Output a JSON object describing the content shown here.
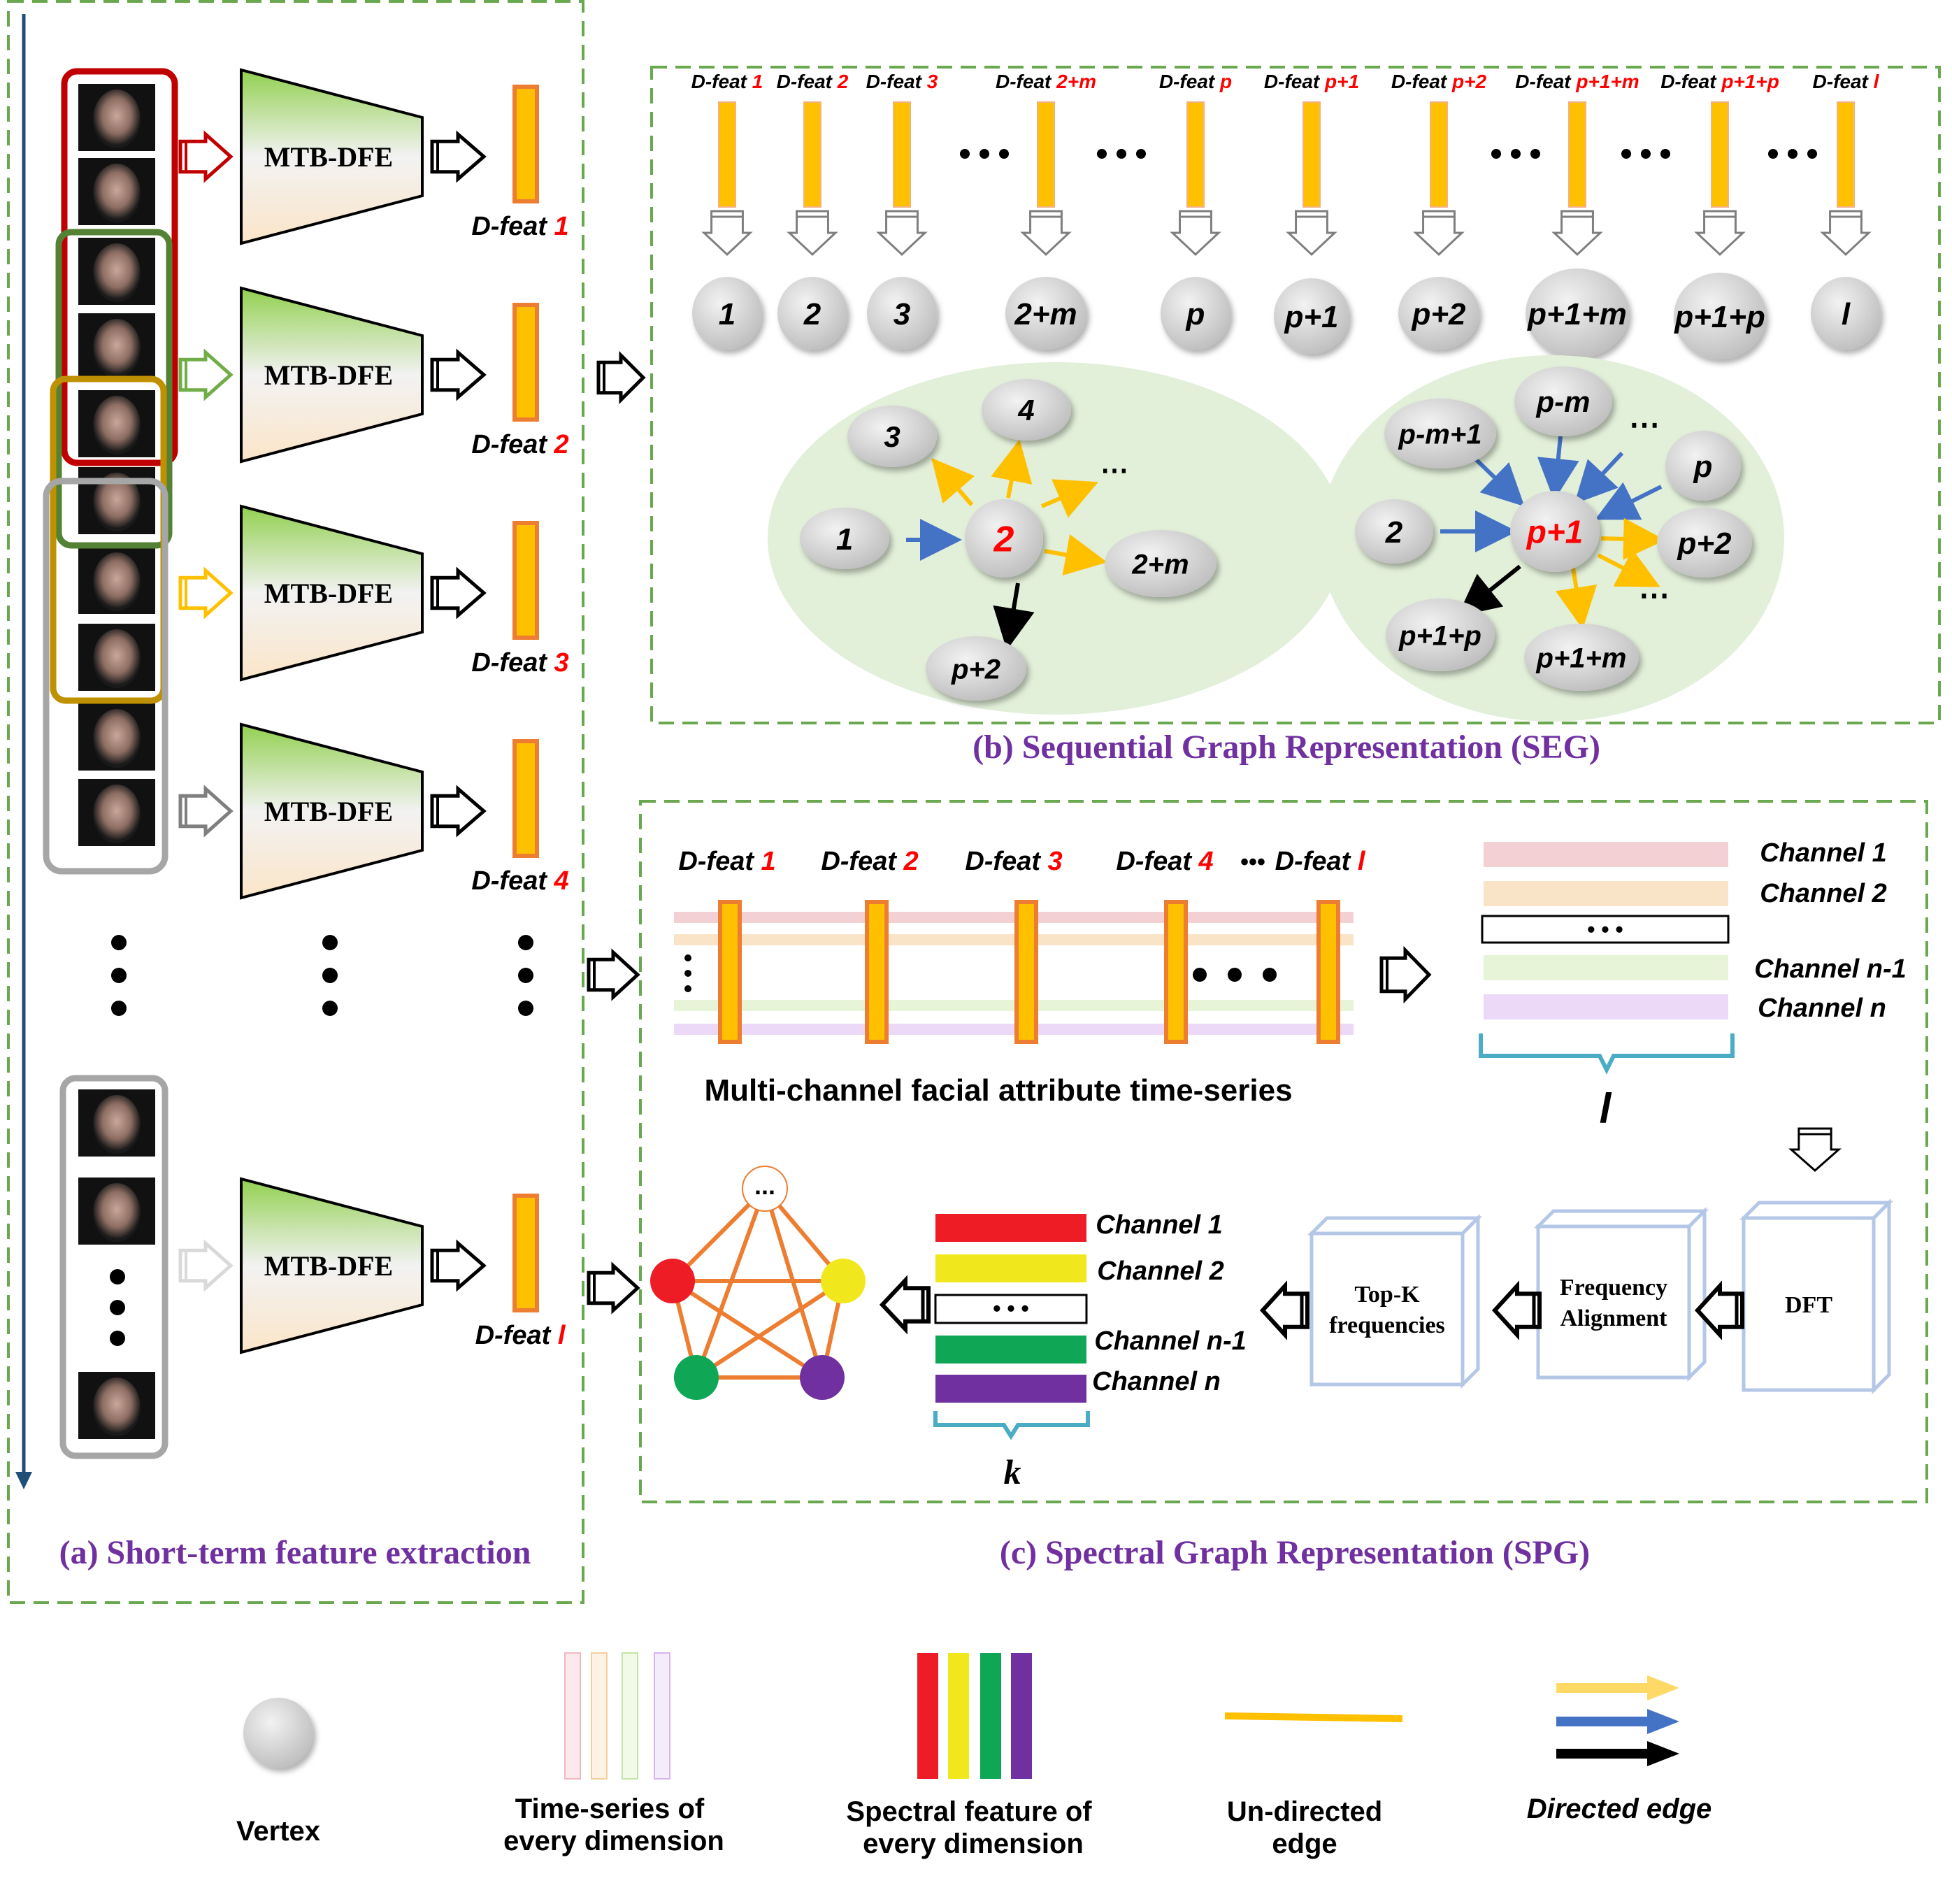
{
  "panel_a": {
    "caption": "(a) Short-term feature extraction",
    "module_label": "MTB-DFE",
    "feat_prefix": "D-feat",
    "feat_indices": [
      "1",
      "2",
      "3",
      "4",
      "l"
    ]
  },
  "panel_b": {
    "caption": "(b) Sequential Graph Representation (SEG)",
    "feat_prefix": "D-feat",
    "feat_indices": [
      "1",
      "2",
      "3",
      "2+m",
      "p",
      "p+1",
      "p+2",
      "p+1+m",
      "p+1+p",
      "l"
    ],
    "nodes": [
      "1",
      "2",
      "3",
      "2+m",
      "p",
      "p+1",
      "p+2",
      "p+1+m",
      "p+1+p",
      "l"
    ],
    "graph_left": {
      "center": "2",
      "others": [
        "1",
        "3",
        "4",
        "2+m",
        "p+2"
      ]
    },
    "graph_right": {
      "center": "p+1",
      "others": [
        "p-m+1",
        "p-m",
        "p",
        "2",
        "p+2",
        "p+1+p",
        "p+1+m"
      ]
    },
    "ellipsis": "..."
  },
  "panel_c": {
    "caption": "(c) Spectral Graph Representation (SPG)",
    "feat_prefix": "D-feat",
    "feat_indices": [
      "1",
      "2",
      "3",
      "4",
      "l"
    ],
    "series_title": "Multi-channel facial attribute time-series",
    "channels_top": [
      "Channel 1",
      "Channel 2",
      "Channel n-1",
      "Channel n"
    ],
    "length_label": "l",
    "dft_label": "DFT",
    "freq_align_label": [
      "Frequency",
      "Alignment"
    ],
    "topk_label": [
      "Top-K",
      "frequencies"
    ],
    "channels_bottom": [
      "Channel 1",
      "Channel 2",
      "Channel n-1",
      "Channel n"
    ],
    "k_label": "k",
    "graph_top_node": "...",
    "channel_colors_top": [
      "#f2d0d4",
      "#f9e4c8",
      "#e7f4d8",
      "#ecd9f7"
    ],
    "channel_colors_bottom": [
      "#ee1c25",
      "#f0e81c",
      "#0fa755",
      "#7030a0"
    ]
  },
  "legend": {
    "vertex": "Vertex",
    "time_series": [
      "Time-series of",
      "every dimension"
    ],
    "spectral": [
      "Spectral feature of",
      "every dimension"
    ],
    "undirected": [
      "Un-directed",
      "edge"
    ],
    "directed": "Directed edge"
  },
  "colors": {
    "dashed_green": "#6aa84f",
    "caption_purple": "#7030a0",
    "feat_orange": "#ffc000",
    "feat_border": "#ed7d31",
    "index_red": "#ff0000",
    "arrow_blue": "#4472c4",
    "edge_orange": "#ed7d31"
  }
}
